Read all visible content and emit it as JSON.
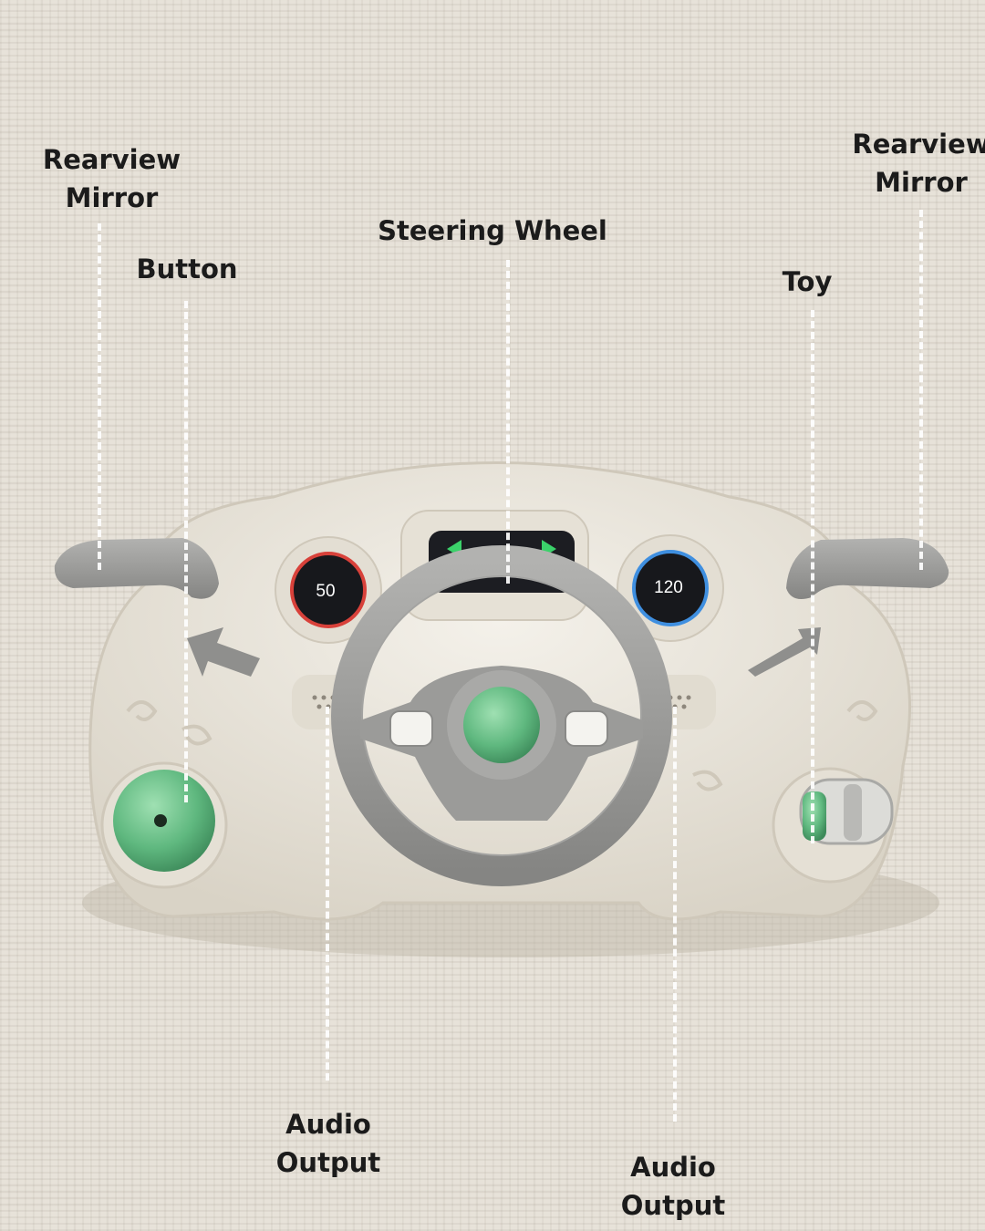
{
  "labels": {
    "rearview_left": "Rearview\nMirror",
    "button": "Button",
    "steering_wheel": "Steering Wheel",
    "toy": "Toy",
    "rearview_right": "Rearview\nMirror",
    "audio_left": "Audio\nOutput",
    "audio_right": "Audio\nOutput"
  },
  "gauges": {
    "left": "50",
    "right": "120"
  },
  "colors": {
    "background": "#e7e2d9",
    "body": "#ece8df",
    "gray_parts": "#9a9a98",
    "green": "#6cc08a",
    "label_text": "#1b1b1b",
    "leader_line": "#ffffff"
  }
}
